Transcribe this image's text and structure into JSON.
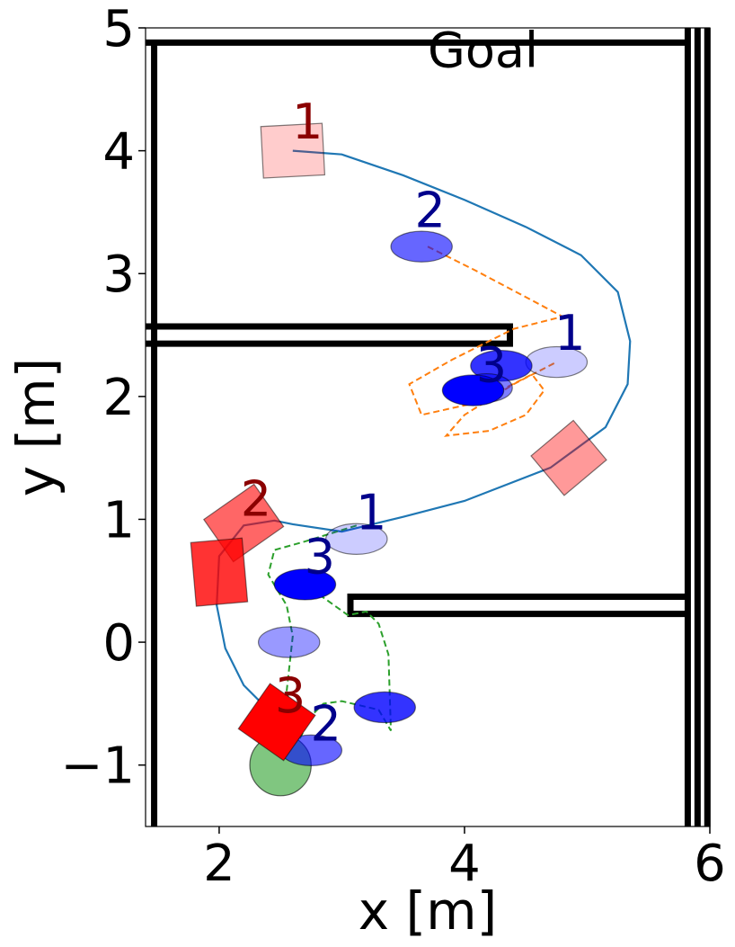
{
  "chart_data": {
    "type": "scatter",
    "title": "",
    "xlabel": "x [m]",
    "ylabel": "y [m]",
    "xlim": [
      1.4,
      6.0
    ],
    "ylim": [
      -1.5,
      5.0
    ],
    "xticks": [
      2,
      4,
      6
    ],
    "yticks": [
      -1,
      0,
      1,
      2,
      3,
      4,
      5
    ],
    "xtick_labels": [
      "2",
      "4",
      "6"
    ],
    "ytick_labels": [
      "−1",
      "0",
      "1",
      "2",
      "3",
      "4",
      "5"
    ],
    "grid": false,
    "annotations": [
      {
        "text": "Goal",
        "x": 3.7,
        "y": 4.68,
        "color": "#000000"
      }
    ],
    "walls": [
      {
        "x": [
          1.4,
          5.82
        ],
        "y": [
          4.88,
          4.88
        ]
      },
      {
        "x": [
          1.47,
          1.47
        ],
        "y": [
          -1.5,
          4.88
        ]
      },
      {
        "x": [
          5.82,
          5.82
        ],
        "y": [
          -1.5,
          5.0
        ]
      },
      {
        "x": [
          5.9,
          5.9
        ],
        "y": [
          -1.5,
          5.0
        ]
      },
      {
        "x": [
          5.98,
          5.98
        ],
        "y": [
          -1.5,
          5.0
        ]
      },
      {
        "x": [
          1.4,
          4.37,
          4.37,
          1.4
        ],
        "y": [
          2.57,
          2.57,
          2.43,
          2.43
        ]
      },
      {
        "x": [
          5.82,
          3.07,
          3.07,
          5.82
        ],
        "y": [
          0.37,
          0.37,
          0.23,
          0.23
        ]
      }
    ],
    "robot_path": {
      "color": "#1f77b4",
      "x": [
        2.6,
        3.0,
        3.5,
        4.0,
        4.5,
        4.95,
        5.25,
        5.35,
        5.33,
        5.15,
        4.7,
        4.0,
        3.5,
        3.0,
        2.6,
        2.45,
        2.2,
        2.0,
        1.98,
        2.05,
        2.2,
        2.45,
        2.6
      ],
      "y": [
        4.0,
        3.97,
        3.8,
        3.6,
        3.38,
        3.15,
        2.85,
        2.45,
        2.1,
        1.75,
        1.42,
        1.15,
        1.02,
        0.9,
        0.96,
        0.99,
        0.95,
        0.7,
        0.3,
        -0.05,
        -0.35,
        -0.6,
        -0.67
      ]
    },
    "pedestrian_paths": [
      {
        "color": "#ff7f0e",
        "x": [
          3.7,
          4.1,
          4.8,
          4.4,
          3.9,
          3.55,
          3.65,
          4.1,
          4.55,
          4.65,
          4.5,
          4.2,
          3.85,
          4.0,
          4.4,
          4.75
        ],
        "y": [
          3.22,
          3.02,
          2.65,
          2.55,
          2.3,
          2.1,
          1.85,
          1.95,
          2.18,
          2.05,
          1.85,
          1.72,
          1.68,
          1.85,
          2.1,
          2.28
        ]
      },
      {
        "color": "#2ca02c",
        "x": [
          3.12,
          2.7,
          2.45,
          2.4,
          2.55,
          2.6,
          2.55,
          2.65,
          2.75,
          2.85,
          3.0,
          3.3,
          3.4,
          3.38,
          3.3,
          3.2,
          3.05,
          2.7
        ],
        "y": [
          0.95,
          0.82,
          0.75,
          0.55,
          0.3,
          0.05,
          -0.4,
          -0.8,
          -0.6,
          -0.5,
          -0.48,
          -0.55,
          -0.72,
          -0.1,
          0.15,
          0.25,
          0.22,
          0.47
        ]
      }
    ],
    "pedestrians": [
      {
        "x": 3.65,
        "y": 3.22,
        "w": 0.5,
        "h": 0.25,
        "opacity": 0.6
      },
      {
        "x": 4.75,
        "y": 2.28,
        "w": 0.5,
        "h": 0.25,
        "opacity": 0.2
      },
      {
        "x": 4.3,
        "y": 2.25,
        "w": 0.5,
        "h": 0.25,
        "opacity": 0.8
      },
      {
        "x": 4.18,
        "y": 2.07,
        "w": 0.42,
        "h": 0.23,
        "opacity": 0.5
      },
      {
        "x": 4.07,
        "y": 2.05,
        "w": 0.5,
        "h": 0.25,
        "opacity": 1.0
      },
      {
        "x": 3.12,
        "y": 0.84,
        "w": 0.5,
        "h": 0.25,
        "opacity": 0.2
      },
      {
        "x": 2.7,
        "y": 0.47,
        "w": 0.5,
        "h": 0.25,
        "opacity": 1.0
      },
      {
        "x": 2.57,
        "y": 0.0,
        "w": 0.5,
        "h": 0.25,
        "opacity": 0.4
      },
      {
        "x": 3.35,
        "y": -0.53,
        "w": 0.5,
        "h": 0.25,
        "opacity": 0.8
      },
      {
        "x": 2.75,
        "y": -0.88,
        "w": 0.5,
        "h": 0.25,
        "opacity": 0.6
      }
    ],
    "robots": [
      {
        "x": 2.6,
        "y": 4.0,
        "w": 0.5,
        "h": 0.42,
        "angle": 3,
        "opacity": 0.2
      },
      {
        "x": 4.85,
        "y": 1.5,
        "w": 0.45,
        "h": 0.42,
        "angle": 40,
        "opacity": 0.4
      },
      {
        "x": 2.2,
        "y": 0.97,
        "w": 0.5,
        "h": 0.42,
        "angle": 35,
        "opacity": 0.6
      },
      {
        "x": 2.0,
        "y": 0.57,
        "w": 0.42,
        "h": 0.52,
        "angle": 5,
        "opacity": 0.8
      },
      {
        "x": 2.47,
        "y": -0.65,
        "w": 0.45,
        "h": 0.45,
        "angle": 55,
        "opacity": 1.0
      }
    ],
    "start_marker": {
      "x": 2.5,
      "y": -1.0,
      "r": 0.25,
      "color": "#2ca02c",
      "opacity": 0.6
    },
    "robot_labels": [
      {
        "text": "1",
        "x": 2.72,
        "y": 4.1
      },
      {
        "text": "2",
        "x": 2.3,
        "y": 1.03
      },
      {
        "text": "3",
        "x": 2.58,
        "y": -0.57
      }
    ],
    "pedestrian_labels": [
      {
        "text": "2",
        "x": 3.72,
        "y": 3.38
      },
      {
        "text": "1",
        "x": 4.86,
        "y": 2.38
      },
      {
        "text": "3",
        "x": 4.22,
        "y": 2.12
      },
      {
        "text": "1",
        "x": 3.24,
        "y": 0.92
      },
      {
        "text": "3",
        "x": 2.82,
        "y": 0.56
      },
      {
        "text": "2",
        "x": 2.87,
        "y": -0.8
      }
    ],
    "colors": {
      "robot": "#ff0000",
      "pedestrian": "#0000ff",
      "robot_label": "#8b0000",
      "pedestrian_label": "#00008b",
      "wall": "#000000"
    }
  }
}
